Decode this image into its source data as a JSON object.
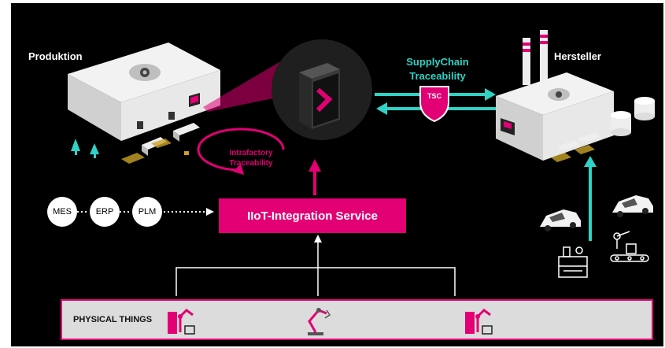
{
  "labels": {
    "produktion": "Produktion",
    "hersteller": "Hersteller",
    "supply_line1": "SupplyChain",
    "supply_line2": "Traceability",
    "tsc": "TSC",
    "intra_line1": "Intrafactory",
    "intra_line2": "Traceability",
    "mes": "MES",
    "erp": "ERP",
    "plm": "PLM",
    "iiot": "IIoT-Integration Service",
    "physical": "PHYSICAL THINGS"
  },
  "colors": {
    "background": "#000000",
    "magenta": "#e20074",
    "teal": "#2fd2c4",
    "white": "#ffffff",
    "panel_gray": "#dcdcdc"
  },
  "icons": [
    "gear-icon",
    "server-icon",
    "shield-icon",
    "robot-arm-icon",
    "car-icon",
    "tree-icon",
    "truck-icon",
    "chimney-icon",
    "tank-icon"
  ]
}
